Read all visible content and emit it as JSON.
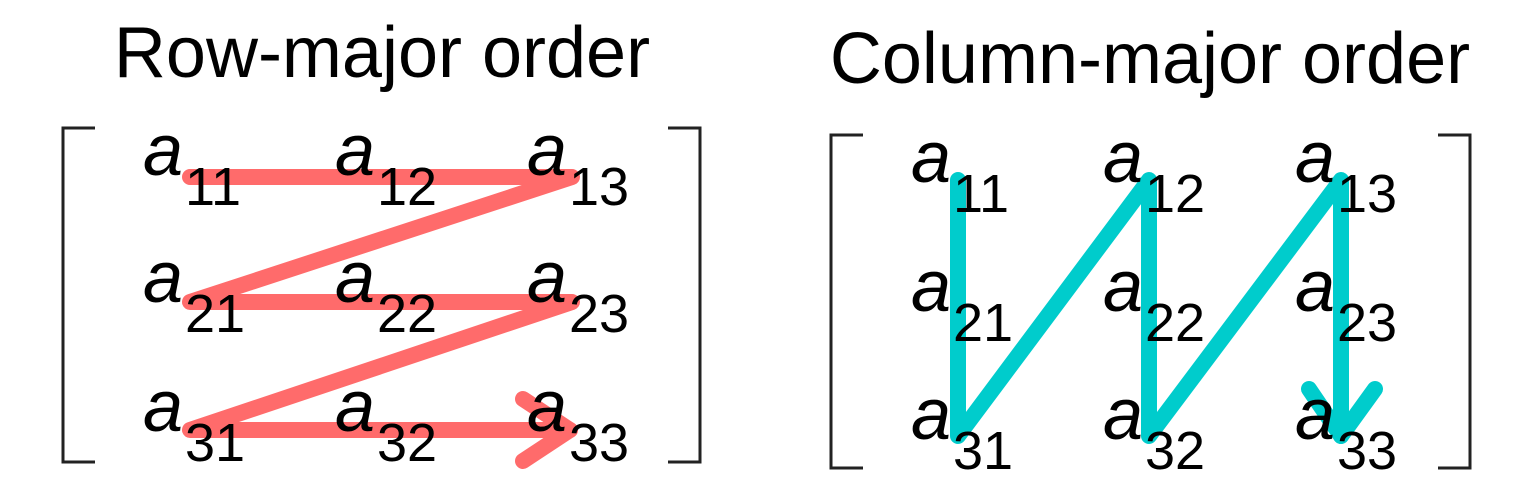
{
  "row_major": {
    "title": "Row-major order",
    "path_color": "#ff6b6b",
    "elements": [
      {
        "letter": "a",
        "index": "11"
      },
      {
        "letter": "a",
        "index": "12"
      },
      {
        "letter": "a",
        "index": "13"
      },
      {
        "letter": "a",
        "index": "21"
      },
      {
        "letter": "a",
        "index": "22"
      },
      {
        "letter": "a",
        "index": "23"
      },
      {
        "letter": "a",
        "index": "31"
      },
      {
        "letter": "a",
        "index": "32"
      },
      {
        "letter": "a",
        "index": "33"
      }
    ]
  },
  "column_major": {
    "title": "Column-major order",
    "path_color": "#00cccc",
    "elements": [
      {
        "letter": "a",
        "index": "11"
      },
      {
        "letter": "a",
        "index": "12"
      },
      {
        "letter": "a",
        "index": "13"
      },
      {
        "letter": "a",
        "index": "21"
      },
      {
        "letter": "a",
        "index": "22"
      },
      {
        "letter": "a",
        "index": "23"
      },
      {
        "letter": "a",
        "index": "31"
      },
      {
        "letter": "a",
        "index": "32"
      },
      {
        "letter": "a",
        "index": "33"
      }
    ]
  }
}
